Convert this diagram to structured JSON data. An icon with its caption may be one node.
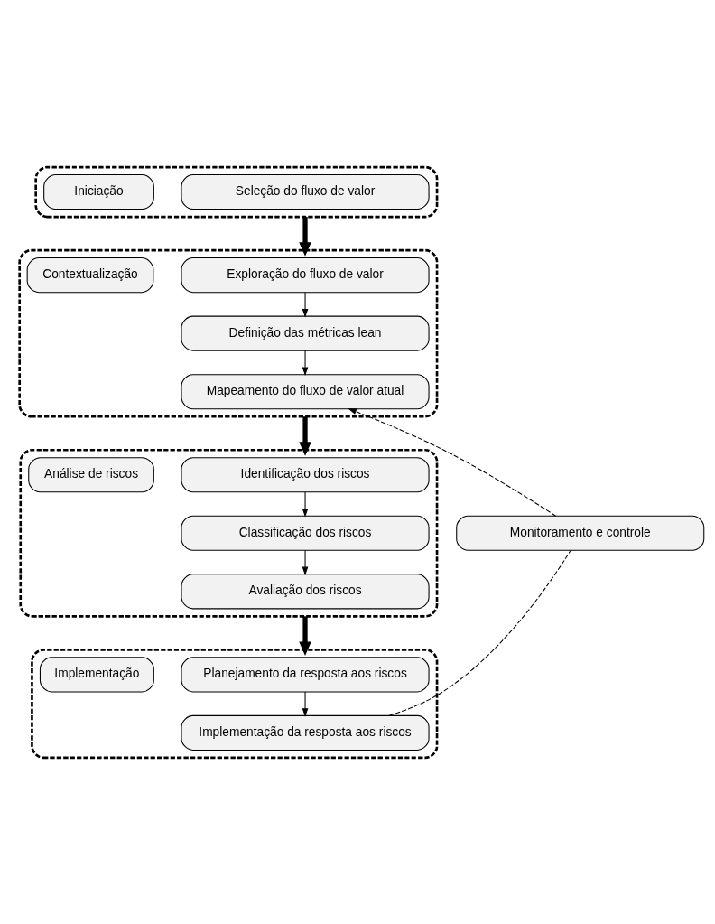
{
  "diagram": {
    "nodes": [
      {
        "text": [],
        "shape": "box"
      },
      {
        "text": [
          "Iniciação"
        ],
        "in": 0
      },
      {
        "text": [
          "Seleção do fluxo de valor"
        ],
        "in": 0
      },
      {
        "text": [],
        "shape": "box"
      },
      {
        "text": [
          "Contextualização"
        ],
        "in": 3
      },
      {
        "text": [
          "Exploração do fluxo de valor"
        ],
        "in": 3
      },
      {
        "text": [
          "Definição das métricas lean"
        ],
        "in": 3
      },
      {
        "text": [
          "Mapeamento do fluxo de valor atual"
        ],
        "in": 3
      },
      {
        "text": [],
        "shape": "box"
      },
      {
        "text": [
          "Análise de riscos"
        ],
        "in": 8
      },
      {
        "text": [
          "Identificação dos riscos"
        ],
        "in": 8
      },
      {
        "text": [
          "Classificação dos riscos"
        ],
        "in": 8
      },
      {
        "text": [
          "Avaliação dos riscos"
        ],
        "in": 8
      },
      {
        "text": [],
        "shape": "box"
      },
      {
        "text": [
          "Implementação"
        ],
        "in": 13
      },
      {
        "text": [
          "Planejamento da resposta aos riscos"
        ],
        "in": 13
      },
      {
        "text": [
          "Implementação da resposta aos riscos"
        ],
        "in": 13
      },
      {
        "text": [
          "Monitoramento e controle"
        ]
      }
    ],
    "edges": [
      {
        "from": 0,
        "to": 3,
        "arrow": "to",
        "style": "thick"
      },
      {
        "from": 5,
        "to": 6,
        "arrow": "to"
      },
      {
        "from": 6,
        "to": 7,
        "arrow": "to"
      },
      {
        "from": 3,
        "to": 8,
        "arrow": "to",
        "style": "thick"
      },
      {
        "from": 10,
        "to": 11,
        "arrow": "to"
      },
      {
        "from": 11,
        "to": 12,
        "arrow": "to"
      },
      {
        "from": 8,
        "to": 13,
        "arrow": "to",
        "style": "thick"
      },
      {
        "from": 15,
        "to": 16,
        "arrow": "to"
      },
      {
        "from": 16,
        "to": 17,
        "arrow": "none",
        "style": "dashed"
      },
      {
        "from": 17,
        "to": 7,
        "arrow": "to",
        "style": "dashed"
      }
    ]
  }
}
